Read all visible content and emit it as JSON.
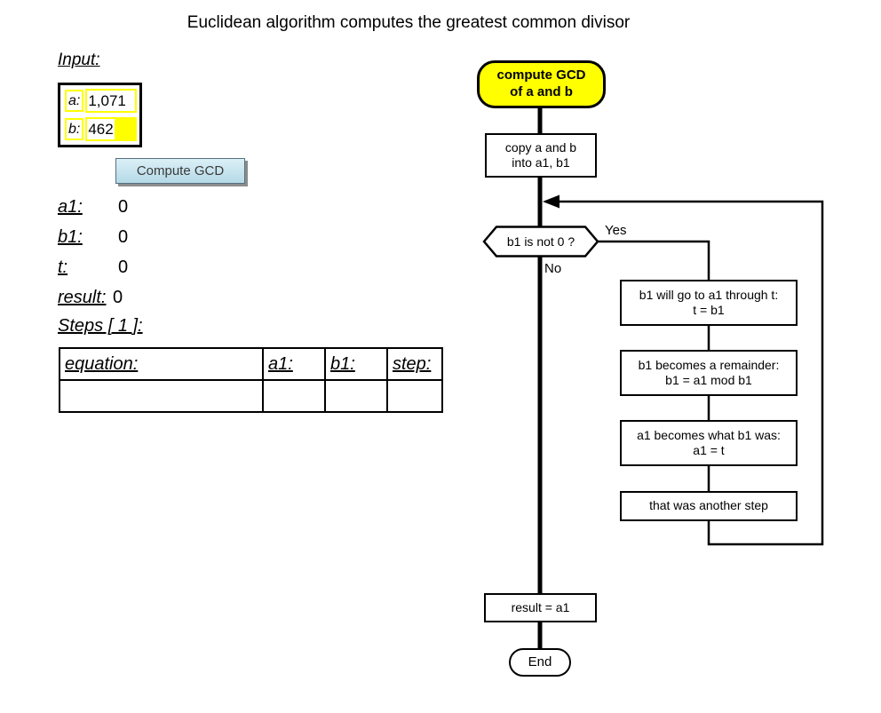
{
  "title": "Euclidean algorithm computes the greatest common divisor",
  "input_panel": {
    "heading": "Input:",
    "fields": [
      {
        "label": "a:",
        "value": "1,071"
      },
      {
        "label": "b:",
        "value": "462"
      }
    ],
    "button_label": "Compute GCD"
  },
  "variables": [
    {
      "label": "a1:",
      "value": "0"
    },
    {
      "label": "b1:",
      "value": "0"
    },
    {
      "label": "t:",
      "value": "0"
    },
    {
      "label": "result:",
      "value": "0"
    }
  ],
  "steps": {
    "heading": "Steps [ 1 ]:",
    "columns": [
      "equation:",
      "a1:",
      "b1:",
      "step:"
    ],
    "rows": [
      [
        "",
        "",
        "",
        ""
      ]
    ]
  },
  "flowchart": {
    "start": {
      "line1": "compute GCD",
      "line2": "of a and b"
    },
    "copy_box": {
      "line1": "copy a and b",
      "line2": "into a1, b1"
    },
    "decision": "b1 is not 0 ?",
    "yes_label": "Yes",
    "no_label": "No",
    "loop_boxes": [
      {
        "line1": "b1 will go to a1 through t:",
        "line2": "t = b1"
      },
      {
        "line1": "b1 becomes a remainder:",
        "line2": "b1 = a1 mod b1"
      },
      {
        "line1": "a1 becomes what b1 was:",
        "line2": "a1 = t"
      },
      {
        "line1": "that was another step",
        "line2": ""
      }
    ],
    "result_box": "result = a1",
    "end": "End"
  },
  "colors": {
    "accent_yellow": "#ffff00",
    "button_blue": "#b4d9e6",
    "shadow_gray": "#8c8c8c"
  }
}
